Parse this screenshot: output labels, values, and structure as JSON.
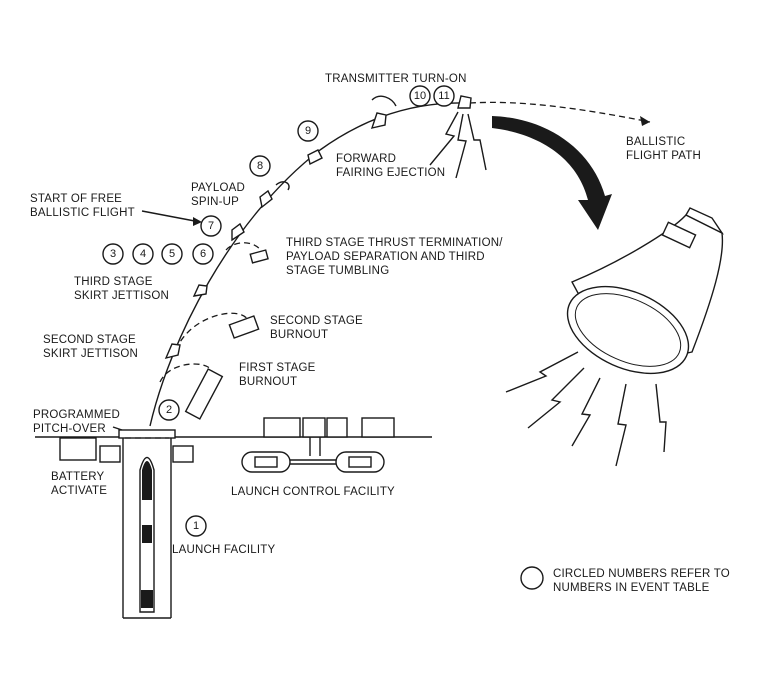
{
  "labels": {
    "transmitter_turn_on": "TRANSMITTER TURN-ON",
    "ballistic_flight_path_1": "BALLISTIC",
    "ballistic_flight_path_2": "FLIGHT PATH",
    "forward_fairing_1": "FORWARD",
    "forward_fairing_2": "FAIRING EJECTION",
    "payload_spinup_1": "PAYLOAD",
    "payload_spinup_2": "SPIN-UP",
    "start_free_flight_1": "START OF FREE",
    "start_free_flight_2": "BALLISTIC FLIGHT",
    "third_stage_thrust_1": "THIRD STAGE THRUST TERMINATION/",
    "third_stage_thrust_2": "PAYLOAD SEPARATION AND THIRD",
    "third_stage_thrust_3": "STAGE TUMBLING",
    "third_stage_skirt_1": "THIRD STAGE",
    "third_stage_skirt_2": "SKIRT JETTISON",
    "second_stage_burnout_1": "SECOND STAGE",
    "second_stage_burnout_2": "BURNOUT",
    "second_stage_skirt_1": "SECOND STAGE",
    "second_stage_skirt_2": "SKIRT JETTISON",
    "first_stage_burnout_1": "FIRST STAGE",
    "first_stage_burnout_2": "BURNOUT",
    "programmed_pitch_1": "PROGRAMMED",
    "programmed_pitch_2": "PITCH-OVER",
    "battery_activate_1": "BATTERY",
    "battery_activate_2": "ACTIVATE",
    "launch_control_facility": "LAUNCH CONTROL FACILITY",
    "launch_facility": "LAUNCH FACILITY",
    "legend_1": "CIRCLED NUMBERS REFER TO",
    "legend_2": "NUMBERS IN EVENT TABLE"
  },
  "event_numbers": {
    "n1": "1",
    "n2": "2",
    "n3": "3",
    "n4": "4",
    "n5": "5",
    "n6": "6",
    "n7": "7",
    "n8": "8",
    "n9": "9",
    "n10": "10",
    "n11": "11"
  },
  "colors": {
    "ink": "#1a1a1a",
    "paper": "#ffffff"
  }
}
